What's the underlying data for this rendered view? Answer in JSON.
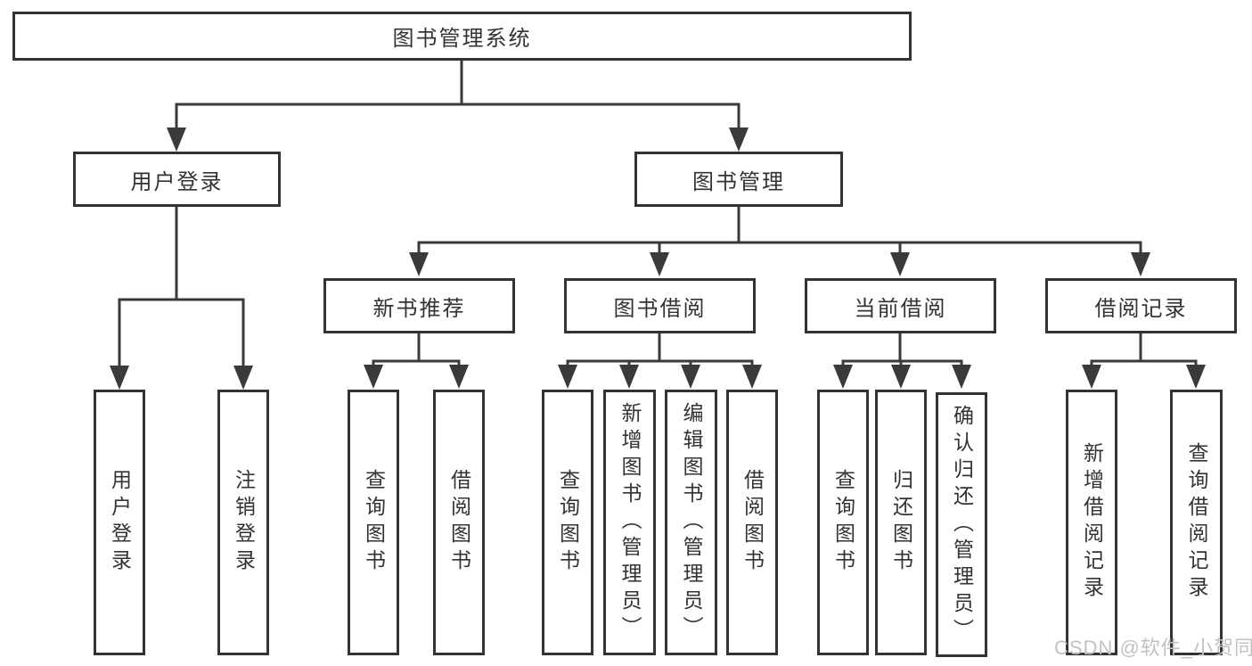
{
  "diagram": {
    "root": {
      "label": "图书管理系统"
    },
    "level2": [
      {
        "label": "用户登录"
      },
      {
        "label": "图书管理"
      }
    ],
    "level3": [
      {
        "label": "新书推荐"
      },
      {
        "label": "图书借阅"
      },
      {
        "label": "当前借阅"
      },
      {
        "label": "借阅记录"
      }
    ],
    "leaves": {
      "user_login": [
        "用户登录",
        "注销登录"
      ],
      "new_book": [
        "查询图书",
        "借阅图书"
      ],
      "book_borrow": [
        "查询图书",
        "新增图书（管理员）",
        "编辑图书（管理员）",
        "借阅图书"
      ],
      "current_borrow": [
        "查询图书",
        "归还图书",
        "确认归还（管理员）"
      ],
      "borrow_record": [
        "新增借阅记录",
        "查询借阅记录"
      ]
    }
  },
  "watermark": {
    "text": "CSDN @软件_小贺同学"
  },
  "colors": {
    "line": "#3a3a3a",
    "border": "#333333",
    "text": "#333333",
    "background": "#ffffff",
    "watermark": "#c2c2c2"
  }
}
